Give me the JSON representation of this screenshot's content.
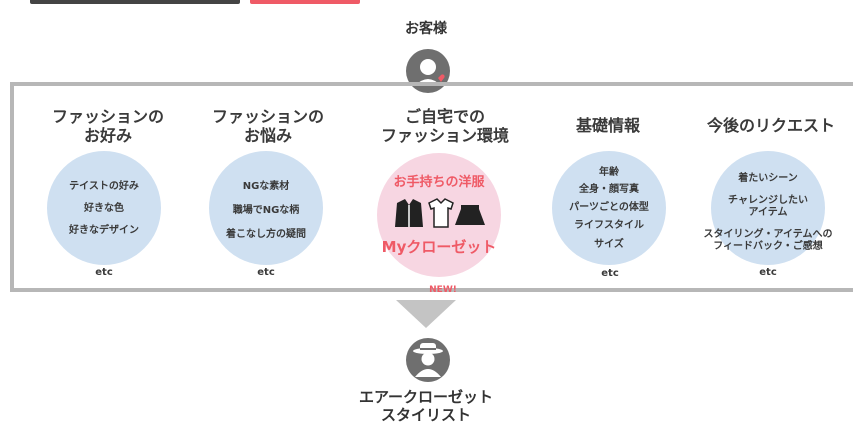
{
  "top_label": "お客様",
  "bottom_label_line1": "エアークローゼット",
  "bottom_label_line2": "スタイリスト",
  "columns": [
    {
      "title_line1": "ファッションの",
      "title_line2": "お好み",
      "items": [
        "テイストの好み",
        "好きな色",
        "好きなデザイン"
      ],
      "etc": "etc"
    },
    {
      "title_line1": "ファッションの",
      "title_line2": "お悩み",
      "items": [
        "NGな素材",
        "職場でNGな柄",
        "着こなし方の疑問"
      ],
      "etc": "etc"
    },
    {
      "title_line1": "ご自宅での",
      "title_line2": "ファッション環境",
      "items": [
        "お手持ちの洋服",
        "Myクローゼット"
      ],
      "etc": "NEW!"
    },
    {
      "title_line1": "基礎情報",
      "title_line2": "",
      "items": [
        "年齢",
        "全身・顔写真",
        "パーツごとの体型",
        "ライフスタイル",
        "サイズ"
      ],
      "etc": "etc"
    },
    {
      "title_line1": "今後のリクエスト",
      "title_line2": "",
      "items": [
        "着たいシーン",
        "チャレンジしたい",
        "アイテム",
        "スタイリング・アイテムへの",
        "フィードバック・ご感想"
      ],
      "etc": "etc"
    }
  ],
  "colors": {
    "accent": "#ef5a66",
    "circle_blue": "#cfe0f1",
    "circle_pink": "#f7d6e2",
    "frame": "#b7b7b7"
  },
  "icons": [
    "customer-avatar-icon",
    "stylist-avatar-icon",
    "heart-icon",
    "jacket-icon",
    "shirt-icon",
    "skirt-icon",
    "down-arrow-icon"
  ]
}
